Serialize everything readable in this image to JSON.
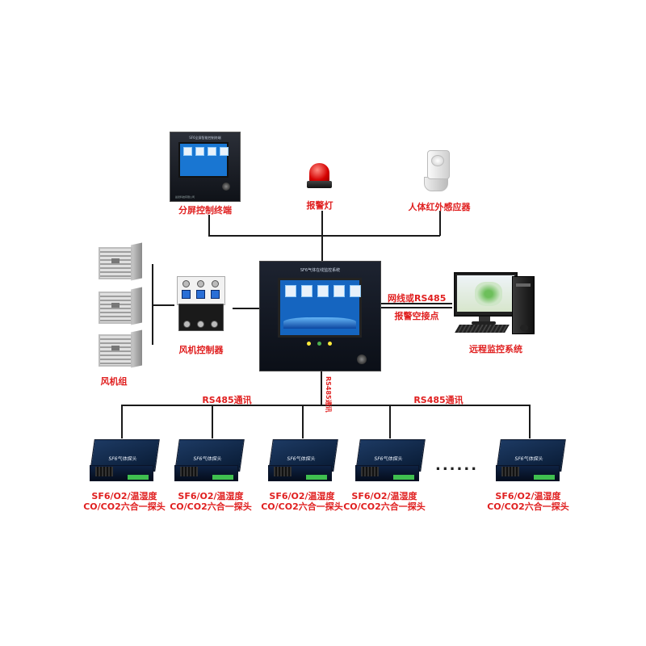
{
  "colors": {
    "label_red": "#e02020",
    "line": "#1a1a1a",
    "screen_blue": "#1565c0",
    "detector_navy": "#0e2243"
  },
  "labels": {
    "split_terminal": "分屏控制终端",
    "alarm_lamp": "报警灯",
    "pir_sensor": "人体红外感应器",
    "fan_controller": "风机控制器",
    "fan_group": "风机组",
    "network_top": "网线或RS485",
    "network_bottom": "报警空接点",
    "remote_system": "远程监控系统",
    "rs485_bus_left": "RS485通讯",
    "rs485_bus_right": "RS485通讯",
    "rs485_vertical": "RS485通讯"
  },
  "main_panel": {
    "title": "SF6气体在线监控系统"
  },
  "terminal": {
    "title": "SF6全屏智能控制终端",
    "brand": "晨德科技有限公司"
  },
  "detectors": [
    {
      "device_text": "SF6气体探头",
      "line1": "SF6/O2/温湿度",
      "line2": "CO/CO2六合一探头"
    },
    {
      "device_text": "SF6气体探头",
      "line1": "SF6/O2/温湿度",
      "line2": "CO/CO2六合一探头"
    },
    {
      "device_text": "SF6气体探头",
      "line1": "SF6/O2/温湿度",
      "line2": "CO/CO2六合一探头"
    },
    {
      "device_text": "SF6气体探头",
      "line1": "SF6/O2/温湿度",
      "line2": "CO/CO2六合一探头"
    },
    {
      "device_text": "SF6气体探头",
      "line1": "SF6/O2/温湿度",
      "line2": "CO/CO2六合一探头"
    }
  ],
  "ellipsis": "......",
  "icons": {
    "lamp": "alarm-lamp-icon",
    "pir": "motion-sensor-icon",
    "fan": "exhaust-fan-icon",
    "contactor": "contactor-icon",
    "computer": "desktop-computer-icon"
  }
}
